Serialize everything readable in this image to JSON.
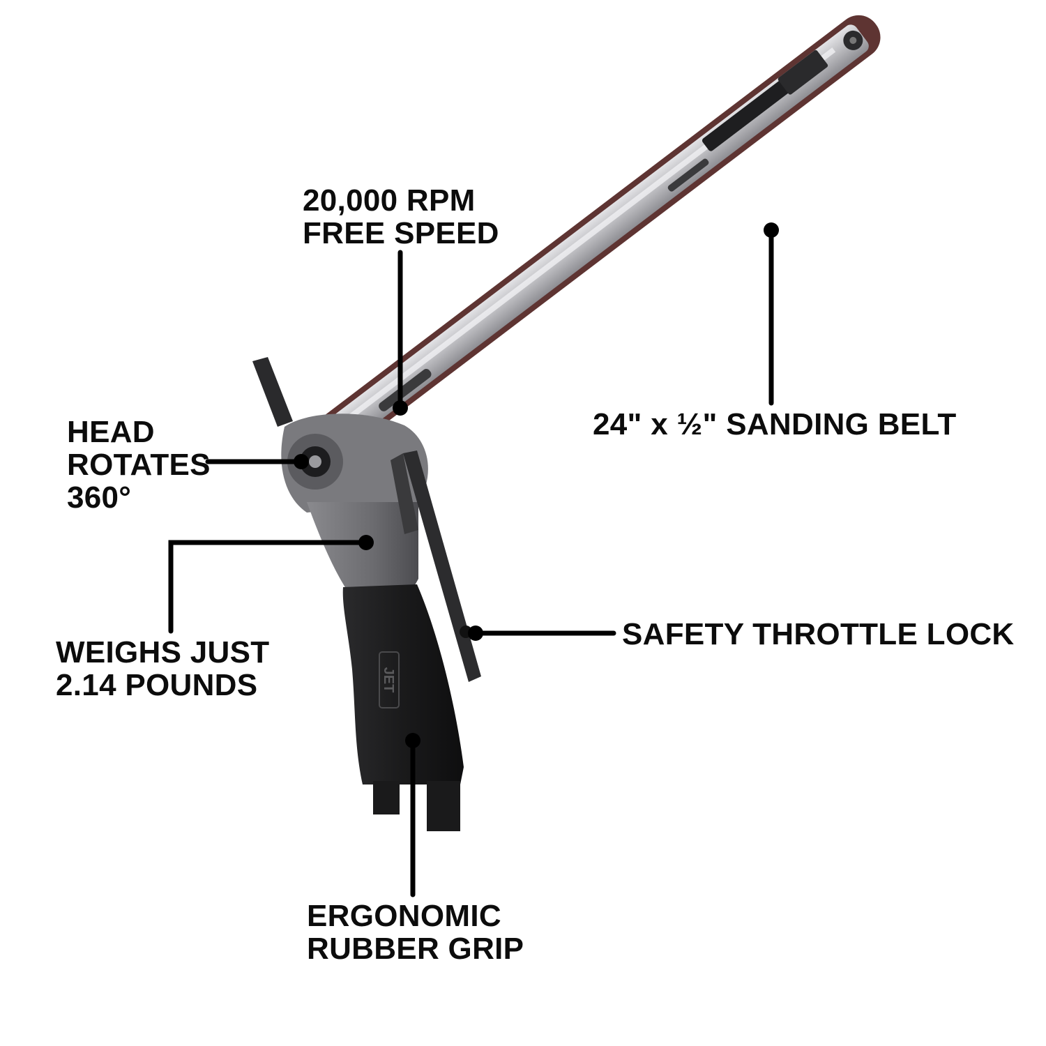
{
  "callouts": {
    "speed": {
      "line1": "20,000 RPM",
      "line2": "FREE SPEED"
    },
    "belt": {
      "line1": "24\" x ½\" SANDING BELT"
    },
    "head": {
      "line1": "HEAD",
      "line2": "ROTATES",
      "line3": "360°"
    },
    "weight": {
      "line1": "WEIGHS JUST",
      "line2": "2.14 POUNDS"
    },
    "lock": {
      "line1": "SAFETY THROTTLE LOCK"
    },
    "grip": {
      "line1": "ERGONOMIC",
      "line2": "RUBBER GRIP"
    }
  },
  "product": {
    "logo_text": "JET"
  },
  "colors": {
    "text": "#0c0c0c",
    "leader_line": "#000000",
    "belt": "#6b3a38",
    "housing": "#6e6e70",
    "grip": "#1c1c1c",
    "arm": "#c9c9cc"
  }
}
